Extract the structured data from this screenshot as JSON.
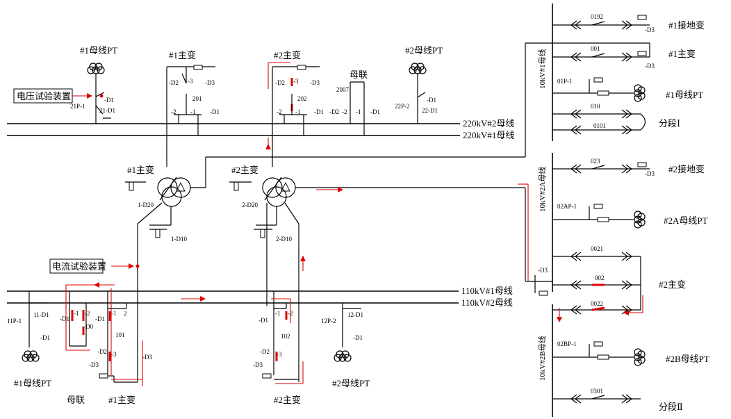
{
  "labels": {
    "pt1_220_title": "#1母线PT",
    "tr1_220_title": "#1主变",
    "tr2_220_title": "#2主变",
    "coupler_220_title": "母联",
    "pt2_220_title": "#2母线PT",
    "voltage_test_device": "电压试验装置",
    "current_test_device": "电流试验装置",
    "bus_220_2": "220kV#2母线",
    "bus_220_1": "220kV#1母线",
    "bus_110_1": "110kV#1母线",
    "bus_110_2": "110kV#2母线",
    "tr1_mid": "#1主变",
    "tr2_mid": "#2主变",
    "pt1_110_title": "#1母线PT",
    "coupler_110_title": "母联",
    "tr1_110_title": "#1主变",
    "tr2_110_title": "#2主变",
    "pt2_110_title": "#2母线PT",
    "bus_10_1": "10kV#1母线",
    "bus_10_2a": "10kV#2A母线",
    "bus_10_2b": "10kV#2B母线",
    "r_ground1": "#1接地变",
    "r_tr1": "#1主变",
    "r_pt1": "#1母线PT",
    "r_seg1": "分段Ⅰ",
    "r_ground2": "#2接地变",
    "r_pt2a": "#2A母线PT",
    "r_tr2": "#2主变",
    "r_pt2b": "#2B母线PT",
    "r_seg2": "分段Ⅱ"
  },
  "devices": {
    "d21P1": "21P-1",
    "d21D1": "21-D1",
    "dD1a": "-D1",
    "d22P2": "22P-2",
    "d22D1": "22-D1",
    "dD1b": "-D1",
    "d201": "201",
    "dD2a": "-D2",
    "d3a": "-3",
    "dD3a": "-D3",
    "dm2a": "-2",
    "dm1a": "-1",
    "dD1c": "-D1",
    "d202": "202",
    "dD2b": "-D2",
    "d3b": "-3",
    "dD3b": "-D3",
    "dm2b": "-2",
    "dm1b": "-1",
    "dD1d": "-D1",
    "d2007": "2007",
    "dD2c": "-D2",
    "dm2c": "-2",
    "dm1c": "-1",
    "dD1e": "-D1",
    "d1D20": "1-D20",
    "d1D10": "1-D10",
    "d2D20": "2-D20",
    "d2D10": "2-D10",
    "d11P1": "11P-1",
    "d11D1": "11-D1",
    "dD1f": "-D1",
    "dD1g": "-D1",
    "dm1d": "-1",
    "dm2d": "-2",
    "dD0": "-D0",
    "dD1h": "-D1",
    "dm1e": "-1",
    "dm2e": "2",
    "d101": "101",
    "dD2d": "-D2",
    "dm3d": "-3",
    "dD3d": "-D3",
    "dD3e": "-D3",
    "dD1i": "-D1",
    "dm1f": "-1",
    "dm2f": "-2",
    "d102": "102",
    "dD2e": "-D2",
    "dm3e": "-3",
    "dD3f": "-D3",
    "d12P2": "12P-2",
    "d12D1": "12-D1",
    "dD1j": "-D1",
    "d0192": "0192",
    "dD3g": "-D3",
    "d001": "001",
    "dD3h": "-D3",
    "d01P1": "01P-1",
    "d010": "010",
    "d0101": "0101",
    "d023": "023",
    "dD3i": "-D3",
    "d02AP1": "02AP-1",
    "d0021": "0021",
    "d002": "002",
    "d0022": "0022",
    "dD3j": "-D3",
    "d02BP1": "02BP-1",
    "d0301": "0301"
  },
  "colors": {
    "line": "#000000",
    "test_path": "#e00000",
    "background": "#ffffff"
  },
  "icons": [
    "pt-icon",
    "transformer-icon",
    "switch-icon",
    "breaker-icon",
    "ground-icon",
    "arrow-icon"
  ]
}
